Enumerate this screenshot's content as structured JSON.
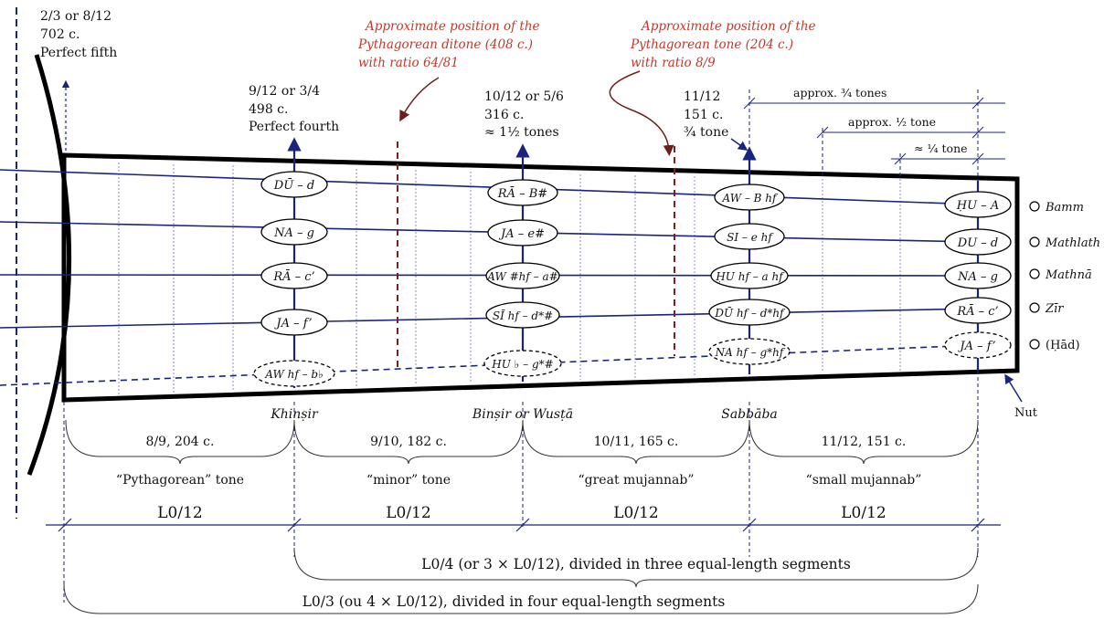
{
  "top_labels": {
    "fifth": [
      "2/3 or 8/12",
      "702 c.",
      "Perfect fifth"
    ],
    "fourth": [
      "9/12 or 3/4",
      "498 c.",
      "Perfect fourth"
    ],
    "binsir": [
      "10/12 or 5/6",
      "316 c.",
      "≈ 1½ tones"
    ],
    "sabbaba": [
      "11/12",
      "151 c.",
      "¾ tone"
    ]
  },
  "annotations": {
    "ditone": [
      "Approximate position of the",
      "Pythagorean ditone (408 c.)",
      "with ratio 64/81"
    ],
    "tone": [
      "Approximate position of the",
      "Pythagorean tone (204 c.)",
      "with ratio 8/9"
    ]
  },
  "tone_brackets": {
    "three_quarter": "approx. ¾ tones",
    "half": "approx. ½ tone",
    "quarter": "≈ ¼ tone"
  },
  "string_names": [
    "Bamm",
    "Mathlath",
    "Mathnā",
    "Zīr",
    "(Ḥād)"
  ],
  "nut_label": "Nut",
  "fret_names": [
    "Khinṣir",
    "Binṣir or Wusṭā",
    "Sabbāba"
  ],
  "notes": {
    "khinsir": [
      "DŪ – d",
      "NA – g",
      "RĀ – c’",
      "JA – f’",
      "AW hf – b♭"
    ],
    "binsir": [
      "RĀ – B#",
      "JA – e#",
      "AW #hf – a#",
      "SĪ hf – d*#",
      "HU ♭ – g*#"
    ],
    "sabbaba": [
      "AW – B hf",
      "SI – e hf",
      "ḤU hf – a hf",
      "DŪ hf – d*hf",
      "NA hf – g*hf"
    ],
    "nut": [
      "ḤU – A",
      "DU – d",
      "NA – g",
      "RĀ – c’",
      "JA – f’"
    ]
  },
  "intervals": [
    {
      "ratio": "8/9, 204 c.",
      "name": "“Pythagorean” tone"
    },
    {
      "ratio": "9/10, 182 c.",
      "name": "“minor” tone"
    },
    {
      "ratio": "10/11, 165 c.",
      "name": "“great mujannab”"
    },
    {
      "ratio": "11/12, 151 c.",
      "name": "“small mujannab”"
    }
  ],
  "segment_label": "L0/12",
  "bottom_brackets": {
    "quarter": "L0/4 (or 3 × L0/12), divided in three equal-length segments",
    "third": "L0/3 (ou 4 × L0/12), divided in four equal-length segments"
  },
  "colors": {
    "navy": "#1a237e",
    "red_annotation": "#c0392b",
    "dashed_marker": "#7b1f1f",
    "fret_lines": "#8b8fc4"
  }
}
